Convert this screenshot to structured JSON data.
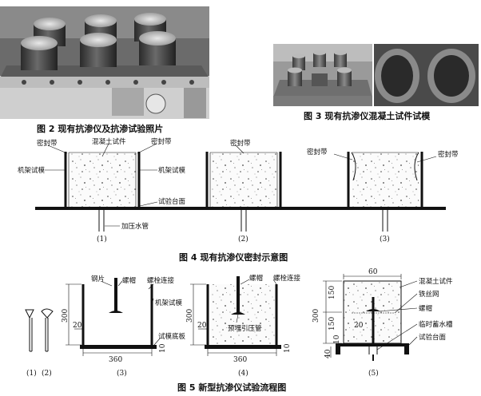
{
  "fig2": {
    "caption": "图 2   现有抗渗仪及抗渗试验照片"
  },
  "fig3": {
    "caption": "图 3   现有抗渗仪混凝土试件试模"
  },
  "fig4": {
    "caption": "图 4   现有抗渗仪密封示意图",
    "labels": {
      "seal_band_1": "密封带",
      "specimen": "混凝土试件",
      "seal_band_1b": "密封带",
      "frame_mold_left": "机架试模",
      "frame_mold_right": "机架试模",
      "test_table": "试验台面",
      "pressure_pipe": "加压水管",
      "seal_band_2": "密封带",
      "seal_band_3a": "密封带",
      "seal_band_3b": "密封带"
    },
    "panel_numbers": [
      "(1)",
      "(2)",
      "(3)"
    ]
  },
  "fig5": {
    "caption": "图 5   新型抗渗仪试验流程图",
    "labels": {
      "steel_sheet": "钢片",
      "nut_a": "螺帽",
      "bolt_conn_a": "螺栓连接",
      "frame_mold": "机架试模",
      "mold_base": "试模底板",
      "nut_b": "螺帽",
      "bolt_conn_b": "螺栓连接",
      "embedded_pipe": "预埋引压管",
      "specimen": "混凝土试件",
      "wire_mesh": "铁丝网",
      "nut_c": "螺帽",
      "water_tank": "临时蓄水槽",
      "test_table": "试验台面"
    },
    "dims": {
      "h300_a": "300",
      "w20_a": "20",
      "w360_a": "360",
      "t10_a": "10",
      "h300_b": "300",
      "w20_b": "20",
      "w360_b": "360",
      "t10_b": "10",
      "w60": "60",
      "h150_top": "150",
      "h300_c": "300",
      "h150_bot": "150",
      "h10_c": "10",
      "h40": "40",
      "w20_c": "20"
    },
    "panel_numbers": [
      "(1)",
      "(2)",
      "(3)",
      "(4)",
      "(5)"
    ]
  }
}
